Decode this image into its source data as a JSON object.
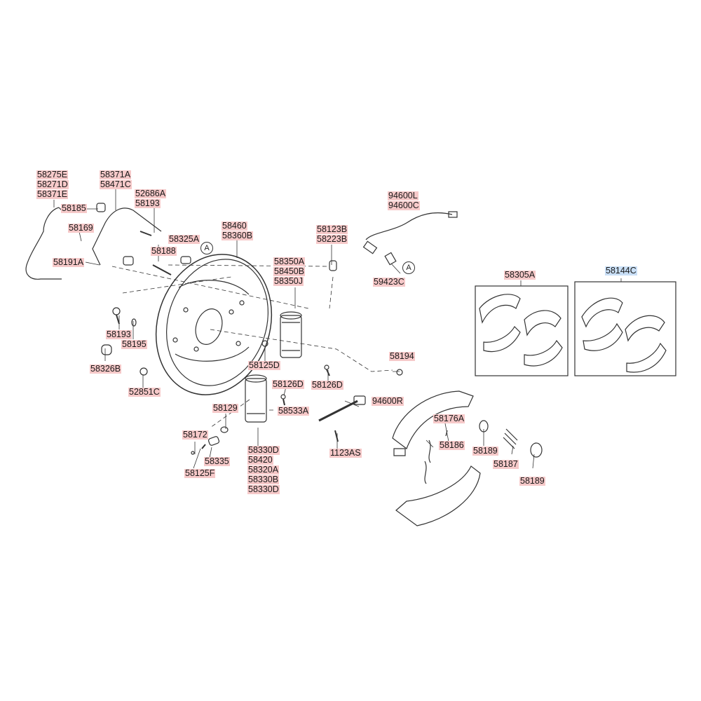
{
  "markers": {
    "a1": "A",
    "a2": "A"
  },
  "callouts": {
    "brake_line_left": [
      "58275E",
      "58271D",
      "58371E"
    ],
    "brake_line_top": [
      "58371A",
      "58471C"
    ],
    "bolt_52686A": [
      "52686A",
      "58193"
    ],
    "p58185": [
      "58185"
    ],
    "p58169": [
      "58169"
    ],
    "p58325A": [
      "58325A"
    ],
    "p58188": [
      "58188"
    ],
    "p58191A": [
      "58191A"
    ],
    "backing_plate": [
      "58460",
      "58360B"
    ],
    "p58123B": [
      "58123B",
      "58223B"
    ],
    "wheel_cyl_upper": [
      "58350A",
      "58450B",
      "58350J"
    ],
    "p58193b": [
      "58193"
    ],
    "p58195": [
      "58195"
    ],
    "p58326B": [
      "58326B"
    ],
    "p58125D": [
      "58125D"
    ],
    "p58851C": [
      "52851C"
    ],
    "p58126D_a": [
      "58126D"
    ],
    "p58126D_b": [
      "58126D"
    ],
    "p58533A": [
      "58533A"
    ],
    "p58129": [
      "58129"
    ],
    "p58172": [
      "58172"
    ],
    "p58335": [
      "58335"
    ],
    "p58125F": [
      "58125F"
    ],
    "wheel_cyl_lower": [
      "58330D",
      "58420",
      "58320A",
      "58330B",
      "58330D"
    ],
    "sensor": [
      "94600L",
      "94600C"
    ],
    "p59423C": [
      "59423C"
    ],
    "p58194": [
      "58194"
    ],
    "p94600R": [
      "94600R"
    ],
    "p1123AS": [
      "1123AS"
    ],
    "shoe_kit_1": [
      "58305A"
    ],
    "shoe_kit_2": [
      "58144C"
    ],
    "p58176A": [
      "58176A"
    ],
    "p58186": [
      "58186"
    ],
    "p58189a": [
      "58189"
    ],
    "p58187": [
      "58187"
    ],
    "p58189b": [
      "58189"
    ]
  },
  "highlight": {
    "normal": "#f6c9c9",
    "selected": "#c9dff6",
    "selected_part": "58144C"
  }
}
